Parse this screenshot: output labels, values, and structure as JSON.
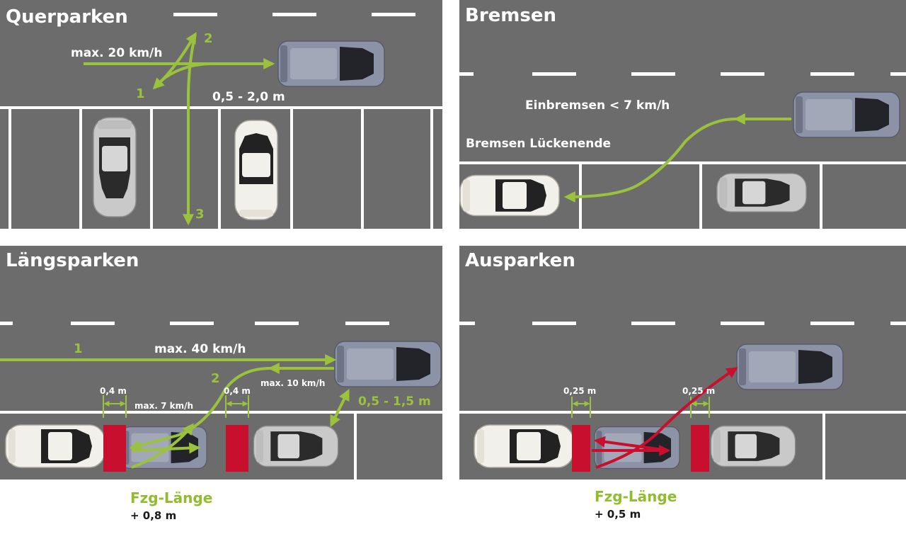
{
  "colors": {
    "asphalt": "#6c6c6c",
    "line": "#ffffff",
    "green": "#9bc23c",
    "red": "#c8102e",
    "greenText": "#8fbd2e",
    "darkText": "#1a1a1a"
  },
  "panels": {
    "querparken": {
      "title": "Querparken",
      "speed": "max. 20 km/h",
      "distance": "0,5 - 2,0 m",
      "step1": "1",
      "step2": "2",
      "step3": "3"
    },
    "bremsen": {
      "title": "Bremsen",
      "brake_speed": "Einbremsen < 7 km/h",
      "brake_gap": "Bremsen Lückenende"
    },
    "laengsparken": {
      "title": "Längsparken",
      "step1": "1",
      "step2": "2",
      "speed_main": "max. 40 km/h",
      "speed_reverse": "max. 10 km/h",
      "speed_maneuver": "max. 7 km/h",
      "gap_left": "0,4 m",
      "gap_right": "0,4 m",
      "side_distance": "0,5 - 1,5 m",
      "length_label": "Fzg-Länge",
      "length_extra": "+ 0,8 m"
    },
    "ausparken": {
      "title": "Ausparken",
      "gap_left": "0,25 m",
      "gap_right": "0,25 m",
      "length_label": "Fzg-Länge",
      "length_extra": "+ 0,5 m"
    }
  }
}
